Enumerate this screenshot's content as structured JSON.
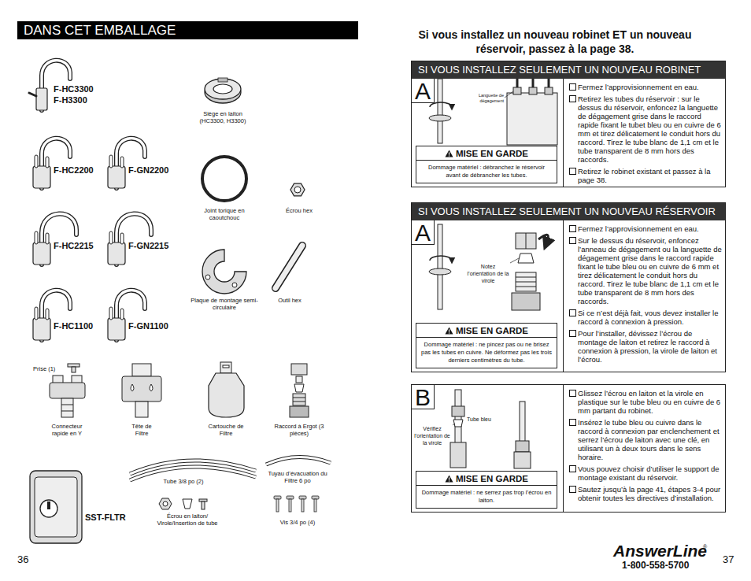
{
  "diagram": {
    "title": "Si vous installez un nouveau robinet ET un nouveau réservoir, passez à la page 38.",
    "nodes": [
      {
        "text": [
          "DANS CET EMBALLAGE"
        ]
      },
      {
        "text": [
          "SI VOUS INSTALLEZ SEULEMENT UN NOUVEAU ROBINET",
          "A",
          "Fermez l’approvisionnement en eau.",
          "Retirez les tubes du réservoir : sur le dessus du réservoir, enfoncez la languette de dégagement grise dans le raccord rapide fixant le tubet bleu ou en cuivre de 6 mm et tirez délicatement le conduit hors du raccord. Tirez le tube blanc de 1,1 cm et le tube transparent de 8 mm hors des raccords.",
          "Retirez le robinet existant et passez à la page 38."
        ]
      },
      {
        "text": [
          "MISE EN GARDE",
          "Dommage matériel : débranchez le réservoir avant de débrancher les tubes."
        ],
        "in": 1
      },
      {
        "text": [
          "SI VOUS INSTALLEZ SEULEMENT UN NOUVEAU RÉSERVOIR",
          "A",
          "Fermez l’approvisionnement en eau.",
          "Sur le dessus du réservoir, enfoncez l’anneau de dégagement ou la languette de dégagement grise dans le raccord rapide fixant le tube bleu ou en cuivre de 6 mm et tirez délicatement le conduit hors du raccord. Tirez le tube blanc de 1,1 cm et le tube transparent de 8 mm hors des raccords.",
          "Si ce n’est déjà fait, vous devez installer le raccord à connexion à pression.",
          "Pour l’installer, dévissez l’écrou de montage de laiton et retirez le raccord à connexion à pression, la virole de laiton et l’écrou."
        ]
      },
      {
        "text": [
          "MISE EN GARDE",
          "Dommage matériel : ne pincez pas ou ne brisez pas les tubes en cuivre. Ne déformez pas les trois derniers centimètres du tube."
        ],
        "in": 3
      },
      {
        "text": [
          "B",
          "Glissez l’écrou en laiton et la virole en plastique sur le tube bleu ou en cuivre de 6 mm partant du robinet.",
          "Insérez le tube bleu ou cuivre dans le raccord à connexion par enclenchement et serrez l’écrou de laiton avec une clé, en utilisant un à deux tours dans le sens horaire.",
          "Vous pouvez choisir d’utiliser le support de montage existant du réservoir.",
          "Sautez jusqu’à la page 41, étapes 3-4 pour obtenir toutes les directives d’installation."
        ]
      },
      {
        "text": [
          "MISE EN GARDE",
          "Dommage matériel : ne serrez pas trop l’écrou en laiton."
        ],
        "in": 5
      }
    ],
    "labels": [
      "F-HC3300",
      "F-H3300",
      "F-HC2200",
      "F-GN2200",
      "F-HC2215",
      "F-GN2215",
      "F-HC1100",
      "F-GN1100",
      "Siège en laiton (HC3300, H3300)",
      "Joint torique en caoutchouc",
      "Écrou hex",
      "Plaque de montage semi-circulaire",
      "Outil hex",
      "Prise (1)",
      "Connecteur rapide en Y",
      "Tête de Filtre",
      "Cartouche de Filtre",
      "Raccord à Ergot (3 pièces)",
      "SST-FLTR",
      "Tube 3/8 po (2)",
      "Tuyau d’évacuation du Filtre 6 po",
      "Écrou en laiton/ Virole/Insertion de tube",
      "Vis 3/4 po (4)",
      "36",
      "Languette de dégagement",
      "Notez l’orientation de la virole",
      "Tube bleu",
      "Vérifiez l’orientation de la virole",
      "AnswerLine",
      "®",
      "1-800-558-5700",
      "37"
    ]
  }
}
